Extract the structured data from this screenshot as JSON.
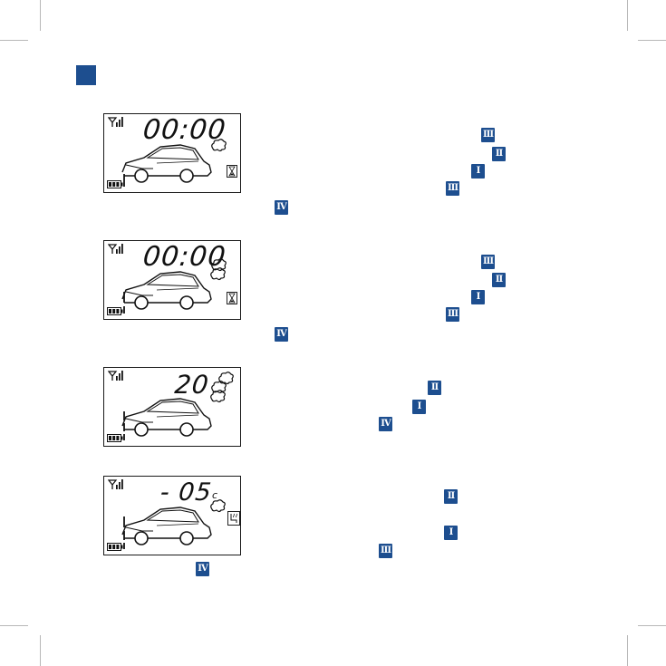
{
  "displays": [
    {
      "id": "display-1",
      "time": "00:00",
      "smoke_level": 1,
      "mode_icon": "hourglass-icon"
    },
    {
      "id": "display-2",
      "time": "00:00",
      "smoke_level": 2,
      "mode_icon": "hourglass-icon"
    },
    {
      "id": "display-3",
      "count": "20",
      "smoke_level": 3
    },
    {
      "id": "display-4",
      "temperature": "- 05",
      "temp_unit": "c",
      "smoke_level": 1,
      "mode_icon": "seat-heat-icon"
    }
  ],
  "badges": {
    "III": "III",
    "II": "II",
    "I": "I",
    "IV": "IV"
  },
  "colors": {
    "accent": "#1d4e8f",
    "lcd_ink": "#111111",
    "crop_marks": "#b8b8b8"
  }
}
